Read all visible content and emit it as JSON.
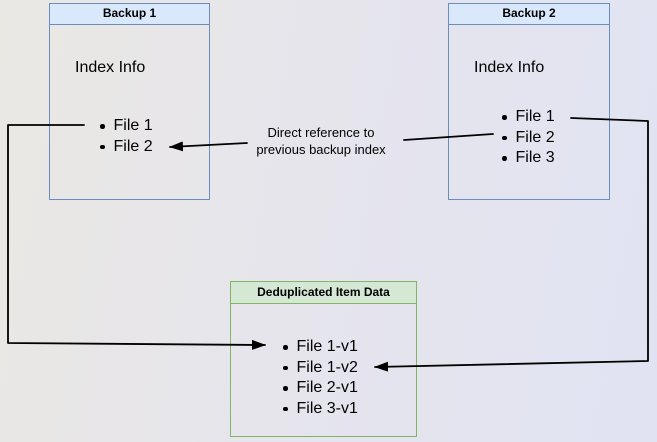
{
  "diagram": {
    "backup1": {
      "title": "Backup 1",
      "index_label": "Index Info",
      "files": [
        "File 1",
        "File 2"
      ]
    },
    "backup2": {
      "title": "Backup 2",
      "index_label": "Index Info",
      "files": [
        "File 1",
        "File 2",
        "File 3"
      ]
    },
    "dedup": {
      "title": "Deduplicated Item Data",
      "items": [
        "File 1-v1",
        "File 1-v2",
        "File 2-v1",
        "File 3-v1"
      ]
    },
    "edge_label": {
      "line1": "Direct reference to",
      "line2": "previous backup index"
    }
  },
  "colors": {
    "blue_fill": "#dae8fc",
    "blue_stroke": "#6c8ebf",
    "green_fill": "#d5e8d4",
    "green_stroke": "#82b366",
    "connector": "#000000",
    "background_left": "#eae8e3",
    "background_right": "#e1e3f3"
  }
}
